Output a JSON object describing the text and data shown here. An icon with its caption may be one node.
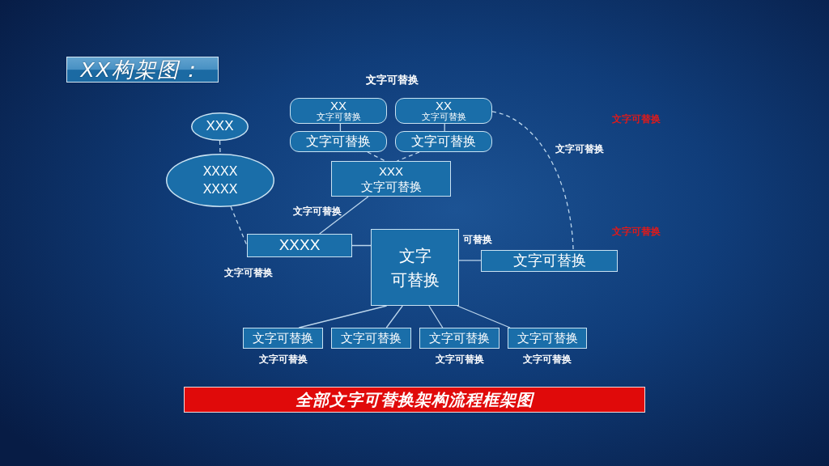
{
  "diagram": {
    "title": "XX构架图：",
    "caption": "全部文字可替换架构流程框架图",
    "nodes": [
      {
        "text": [
          "XXX"
        ]
      },
      {
        "text": [
          "XXXX XXXX"
        ]
      },
      {
        "text": [
          "XX",
          "文字可替换"
        ]
      },
      {
        "text": [
          "XX",
          "文字可替换"
        ]
      },
      {
        "text": [
          "文字可替换"
        ]
      },
      {
        "text": [
          "文字可替换"
        ]
      },
      {
        "text": [
          "XXX",
          "文字可替换"
        ]
      },
      {
        "text": [
          "XXXX"
        ]
      },
      {
        "text": [
          "文字可替换"
        ]
      },
      {
        "text": [
          "文字可替换"
        ]
      },
      {
        "text": [
          "文字可替换"
        ],
        "beside": [
          "文字可替换"
        ]
      },
      {
        "text": [
          "文字可替换"
        ]
      },
      {
        "text": [
          "文字可替换"
        ],
        "beside": [
          "文字可替换"
        ]
      },
      {
        "text": [
          "文字可替换"
        ],
        "beside": [
          "文字可替换"
        ]
      }
    ],
    "edges": [
      {
        "from": 0,
        "to": 1,
        "arrow": "none",
        "style": "dashed"
      },
      {
        "from": 2,
        "to": 4,
        "arrow": "none"
      },
      {
        "from": 3,
        "to": 5,
        "arrow": "none"
      },
      {
        "from": 4,
        "to": 6,
        "arrow": "none",
        "style": "dashed"
      },
      {
        "from": 5,
        "to": 6,
        "arrow": "none",
        "style": "dashed"
      },
      {
        "from": 3,
        "to": 9,
        "arrow": "none",
        "style": "dashed",
        "label": "文字可替换"
      },
      {
        "from": 1,
        "to": 7,
        "arrow": "none",
        "style": "dashed"
      },
      {
        "from": 6,
        "to": 7,
        "arrow": "none",
        "label": "文字可替换"
      },
      {
        "from": 7,
        "to": 8,
        "arrow": "none"
      },
      {
        "from": 8,
        "to": 9,
        "arrow": "none",
        "label": "可替换"
      },
      {
        "from": 8,
        "to": 10,
        "arrow": "none"
      },
      {
        "from": 8,
        "to": 11,
        "arrow": "none"
      },
      {
        "from": 8,
        "to": 12,
        "arrow": "none"
      },
      {
        "from": 8,
        "to": 13,
        "arrow": "none"
      }
    ],
    "labels": [
      "文字可替换",
      "文字可替换",
      "文字可替换",
      "文字可替换"
    ]
  }
}
